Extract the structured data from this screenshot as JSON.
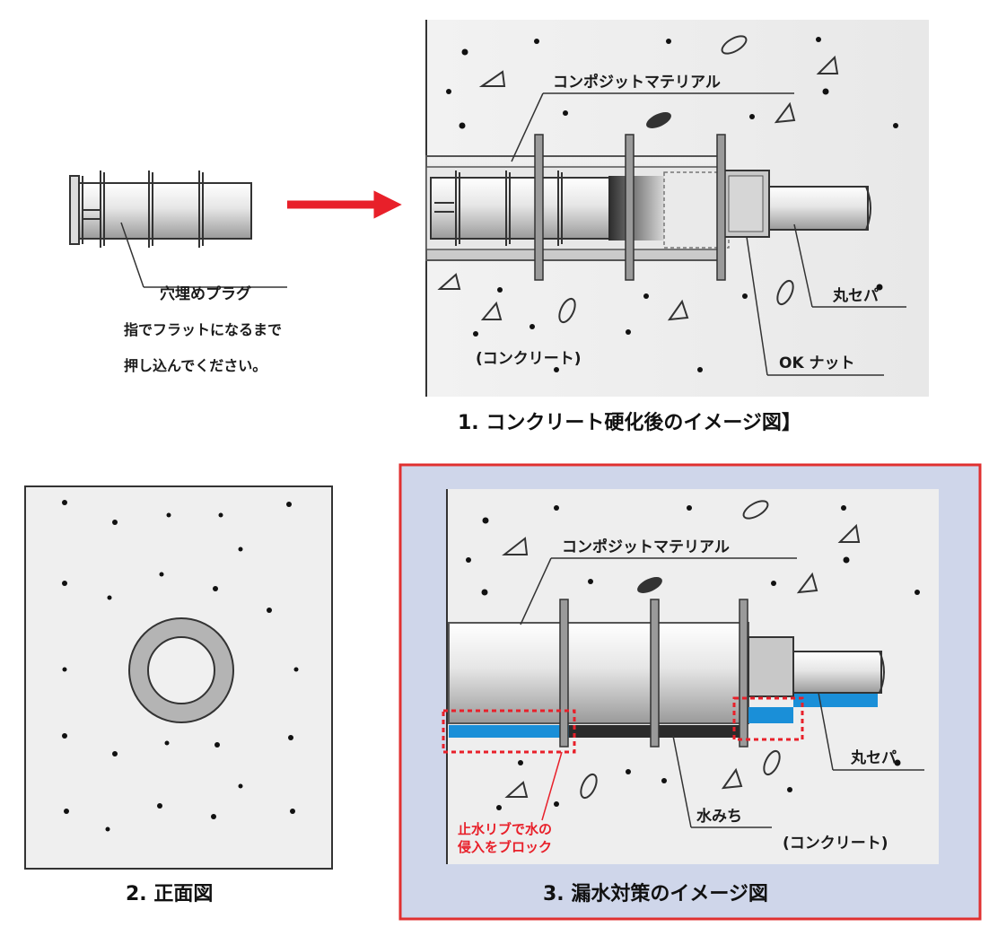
{
  "diagram1": {
    "caption": "1. コンクリート硬化後のイメージ図】",
    "label_material": "コンポジットマテリアル",
    "label_washer": "丸セパ",
    "label_nut": "OK ナット",
    "label_concrete": "(コンクリート)"
  },
  "plug": {
    "label_title": "穴埋めプラグ",
    "label_line1": "指でフラットになるまで",
    "label_line2": "押し込んでください。"
  },
  "diagram2": {
    "caption": "2. 正面図"
  },
  "diagram3": {
    "caption": "3. 漏水対策のイメージ図",
    "label_material": "コンポジットマテリアル",
    "label_washer": "丸セパ",
    "label_water": "水みち",
    "label_concrete": "(コンクリート)",
    "label_note1": "止水リブで水の",
    "label_note2": "侵入をブロック"
  },
  "colors": {
    "arrow": "#e8202a",
    "frame_border": "#e03030",
    "frame_bg": "#cfd6ea",
    "water": "#1a8fd8",
    "concrete": "#ececec"
  }
}
